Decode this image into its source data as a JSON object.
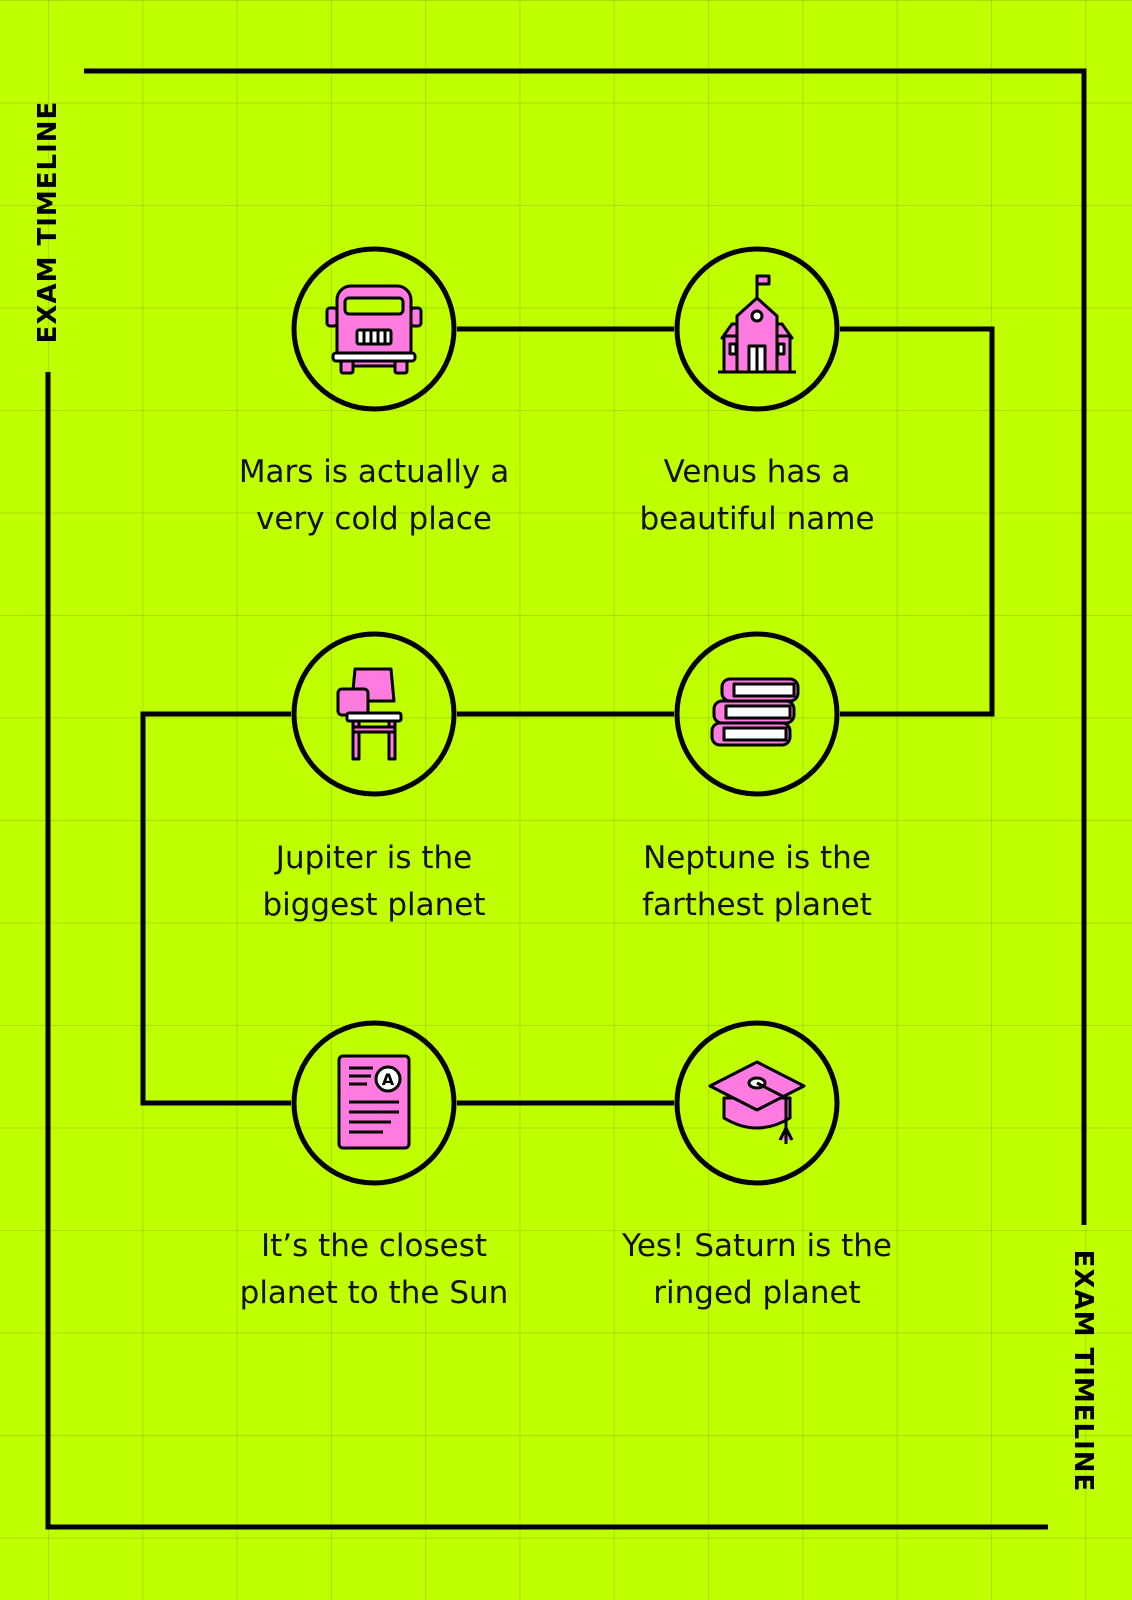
{
  "title": "EXAM TIMELINE",
  "colors": {
    "background": "#c0ff00",
    "line": "#000000",
    "icon_fill": "#ff7be0"
  },
  "steps": [
    {
      "icon": "school-bus-icon",
      "caption": [
        "Mars is actually a",
        "very cold place"
      ]
    },
    {
      "icon": "school-building-icon",
      "caption": [
        "Venus has a",
        "beautiful name"
      ]
    },
    {
      "icon": "books-icon",
      "caption": [
        "Neptune is the",
        "farthest planet"
      ]
    },
    {
      "icon": "school-desk-icon",
      "caption": [
        "Jupiter is the",
        "biggest planet"
      ]
    },
    {
      "icon": "exam-paper-icon",
      "caption": [
        "It’s the closest",
        "planet to the Sun"
      ]
    },
    {
      "icon": "graduation-cap-icon",
      "caption": [
        "Yes! Saturn is the",
        "ringed planet"
      ]
    }
  ]
}
